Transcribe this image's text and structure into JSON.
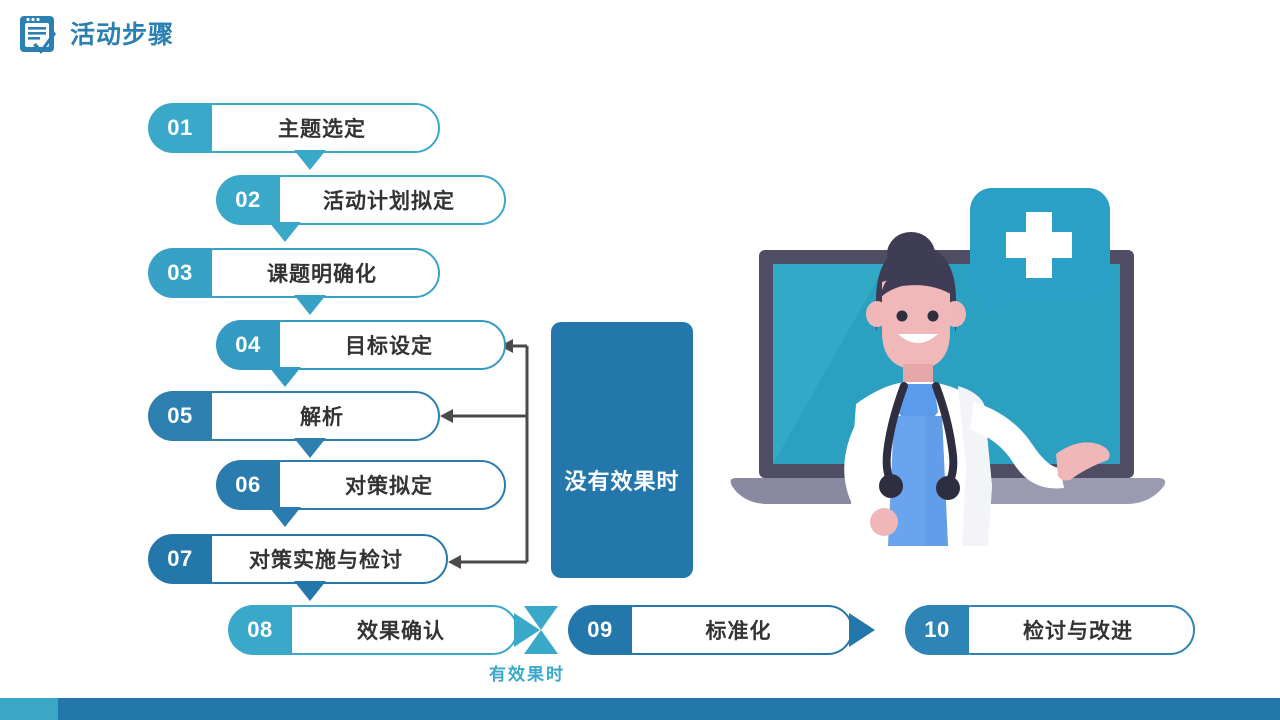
{
  "header": {
    "title": "活动步骤",
    "icon": "document-checklist-icon"
  },
  "colors": {
    "accent_light": "#3aa8c9",
    "accent_mid": "#2e8fbb",
    "accent_dark": "#2477ab",
    "title_blue": "#2a7fb3",
    "text_dark": "#333333",
    "line_gray": "#4a4a4a",
    "panel_blue": "#2477ab"
  },
  "steps": [
    {
      "num": "01",
      "label": "主题选定",
      "color": "#3aa8c9",
      "border": "#3aa8c9"
    },
    {
      "num": "02",
      "label": "活动计划拟定",
      "color": "#3aa8c9",
      "border": "#3aa8c9"
    },
    {
      "num": "03",
      "label": "课题明确化",
      "color": "#38a2c6",
      "border": "#38a2c6"
    },
    {
      "num": "04",
      "label": "目标设定",
      "color": "#339ac2",
      "border": "#339ac2"
    },
    {
      "num": "05",
      "label": "解析",
      "color": "#2d7fb0",
      "border": "#2d7fb0"
    },
    {
      "num": "06",
      "label": "对策拟定",
      "color": "#2a7cae",
      "border": "#2a7cae"
    },
    {
      "num": "07",
      "label": "对策实施与检讨",
      "color": "#2477ab",
      "border": "#2477ab"
    },
    {
      "num": "08",
      "label": "效果确认",
      "color": "#3aa8c9",
      "border": "#3aa8c9"
    },
    {
      "num": "09",
      "label": "标准化",
      "color": "#2477ab",
      "border": "#2477ab"
    },
    {
      "num": "10",
      "label": "检讨与改进",
      "color": "#2e84b4",
      "border": "#2e84b4"
    }
  ],
  "connectors": {
    "x_caption": "有效果时",
    "feedback_label": "没有效果时"
  },
  "illustration": {
    "name": "telemedicine-doctor-laptop",
    "bubble_symbol": "+",
    "parts": [
      "laptop",
      "doctor",
      "speech-bubble",
      "stethoscope"
    ]
  }
}
